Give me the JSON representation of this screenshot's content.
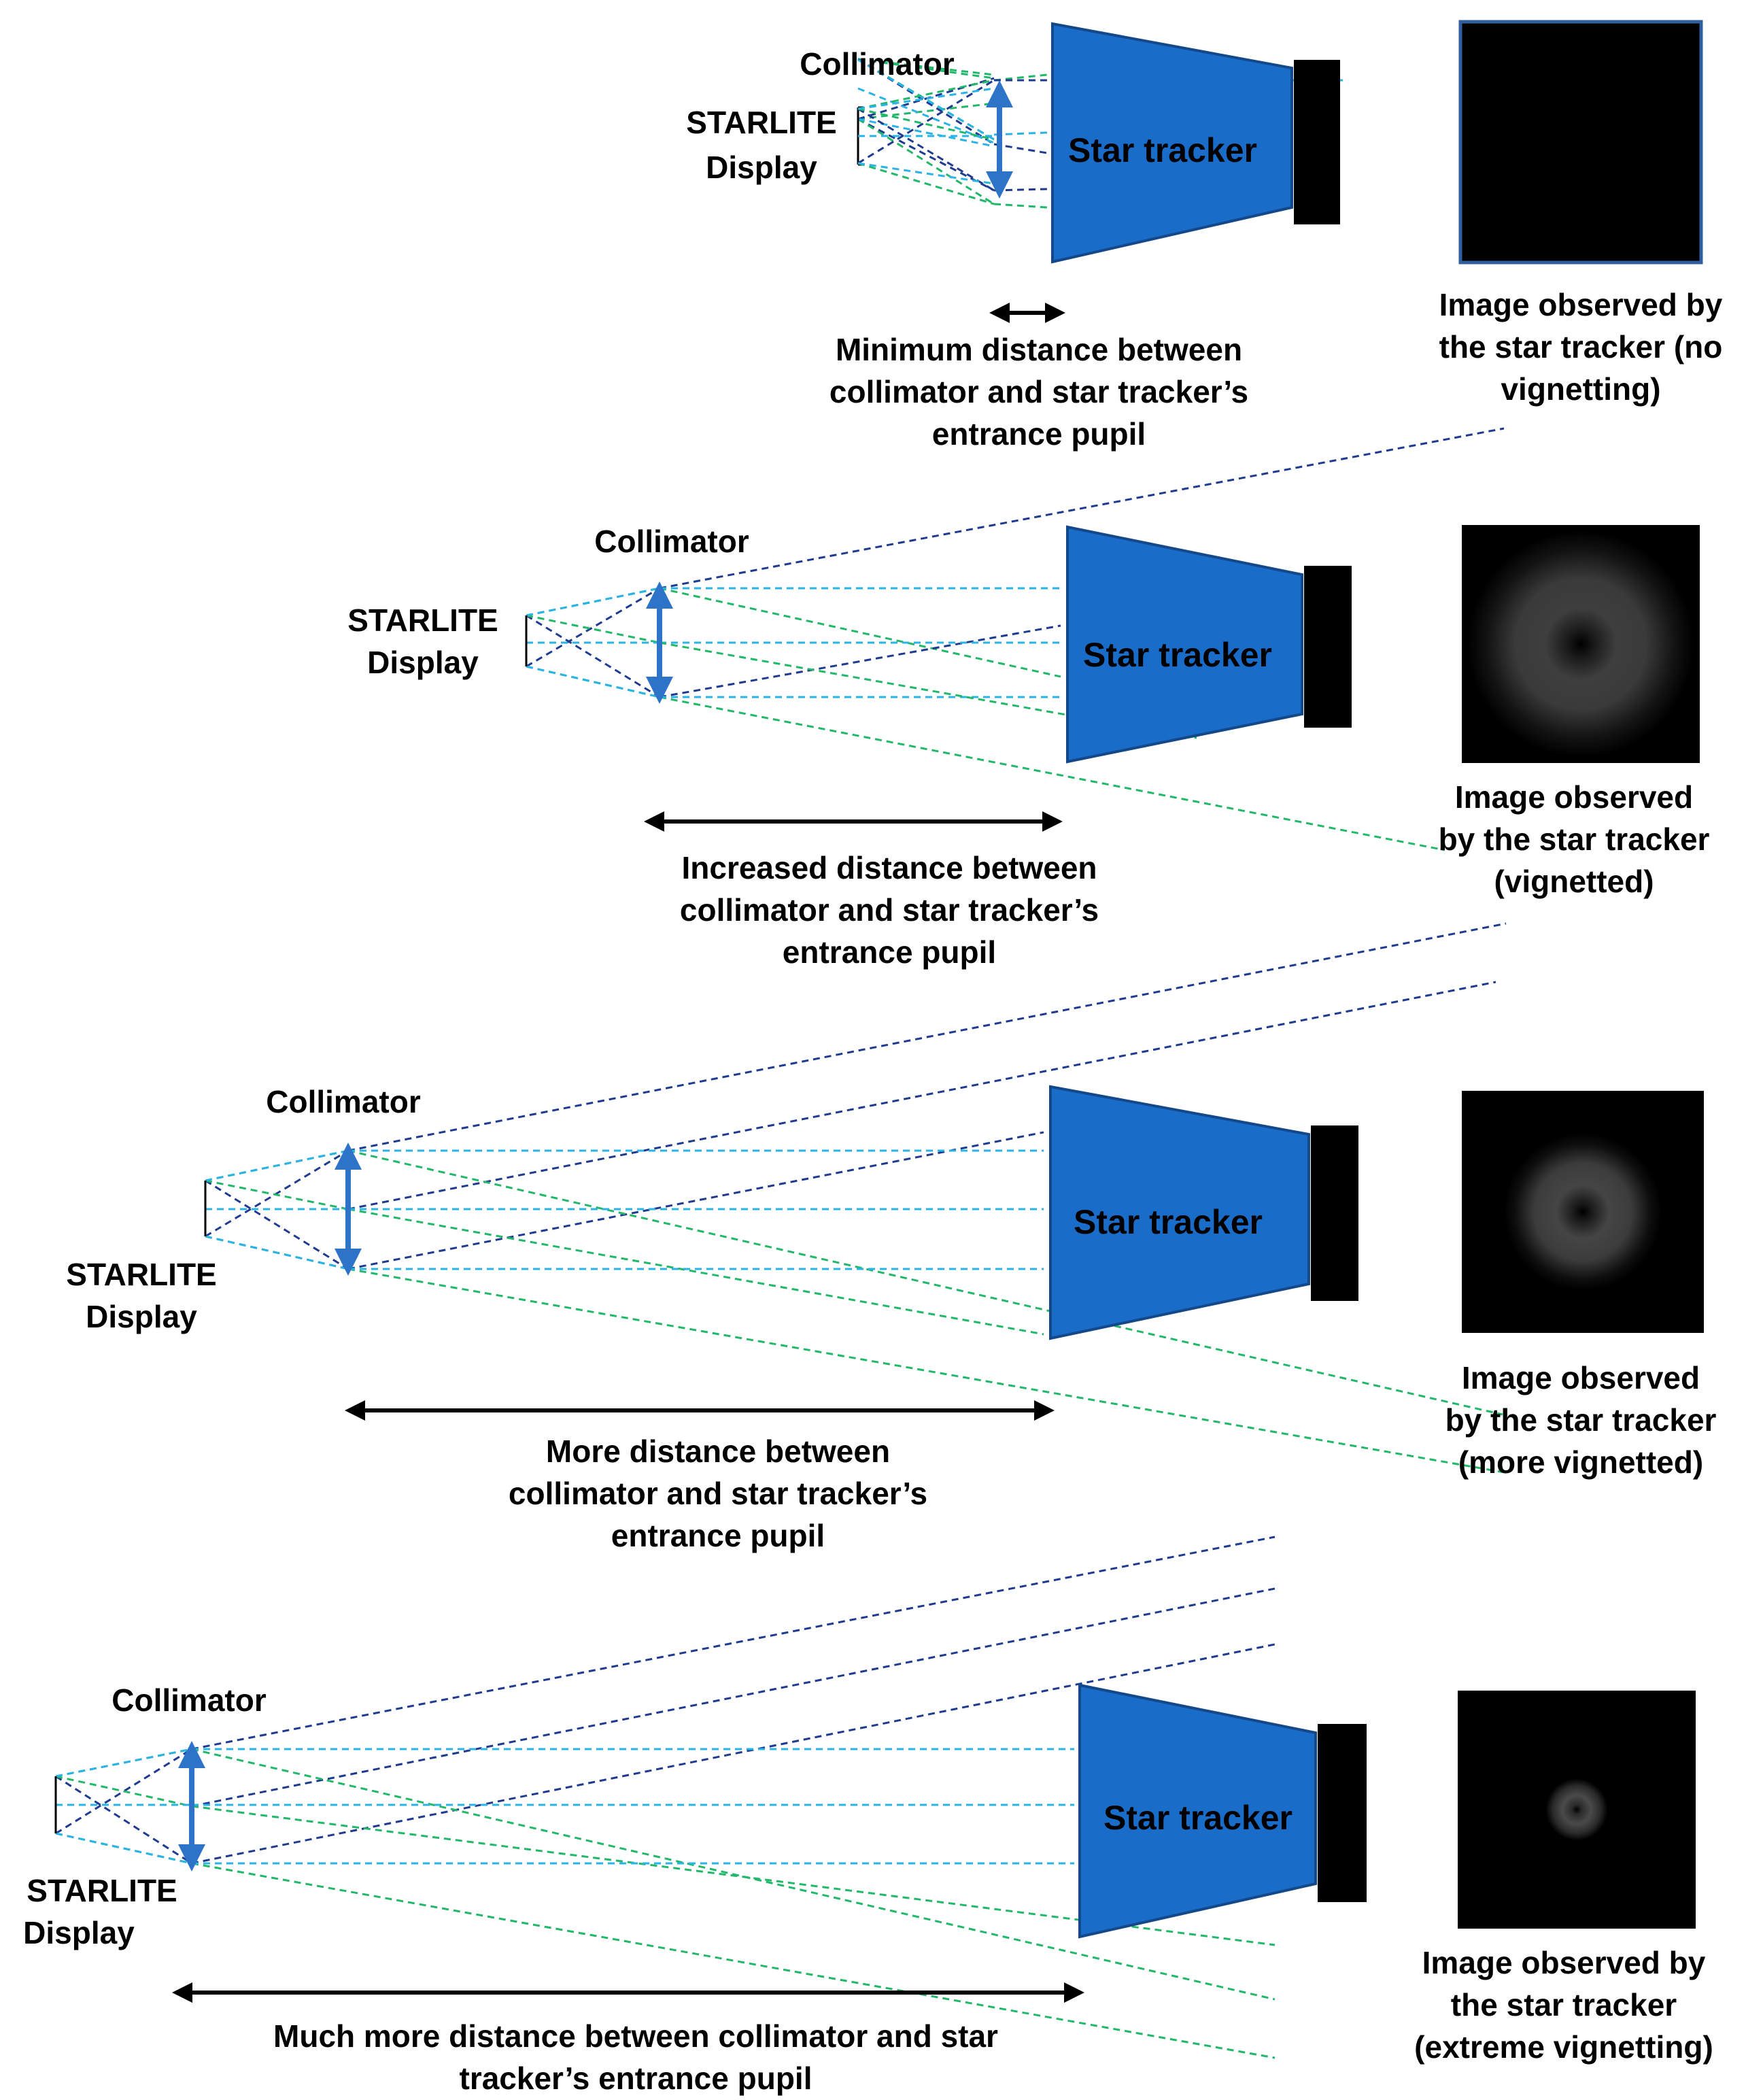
{
  "colors": {
    "tracker_fill": "#1a6cc9",
    "tracker_stroke": "#13488a",
    "detector": "#000000",
    "collimator_arrow": "#2d74c9",
    "ray_dark": "#1f3b8f",
    "ray_green": "#22b86a",
    "ray_cyan": "#2ab3e6",
    "image_frame": "#2f5f9e"
  },
  "icons": {
    "collimator": "double-headed-arrow-icon",
    "distance": "double-headed-arrow-icon"
  },
  "panels": [
    {
      "collimator_label": "Collimator",
      "display_label": [
        "STARLITE",
        "Display"
      ],
      "tracker_label": "Star tracker",
      "distance_caption": [
        "Minimum distance between",
        "collimator and star tracker’s",
        "entrance pupil"
      ],
      "image_caption": [
        "Image observed by",
        "the star tracker (no",
        "vignetting)"
      ],
      "vignetting_level": "none"
    },
    {
      "collimator_label": "Collimator",
      "display_label": [
        "STARLITE",
        "Display"
      ],
      "tracker_label": "Star tracker",
      "distance_caption": [
        "Increased distance between",
        "collimator and star tracker’s",
        "entrance pupil"
      ],
      "image_caption": [
        "Image observed",
        "by the star tracker",
        "(vignetted)"
      ],
      "vignetting_level": "moderate"
    },
    {
      "collimator_label": "Collimator",
      "display_label": [
        "STARLITE",
        "Display"
      ],
      "tracker_label": "Star tracker",
      "distance_caption": [
        "More distance between",
        "collimator and star tracker’s",
        "entrance pupil"
      ],
      "image_caption": [
        "Image observed",
        "by the star tracker",
        "(more vignetted)"
      ],
      "vignetting_level": "strong"
    },
    {
      "collimator_label": "Collimator",
      "display_label": [
        "STARLITE",
        "Display"
      ],
      "tracker_label": "Star tracker",
      "distance_caption": [
        "Much more distance between collimator and star",
        "tracker’s entrance pupil"
      ],
      "image_caption": [
        "Image observed by",
        "the star tracker",
        "(extreme vignetting)"
      ],
      "vignetting_level": "extreme"
    }
  ]
}
